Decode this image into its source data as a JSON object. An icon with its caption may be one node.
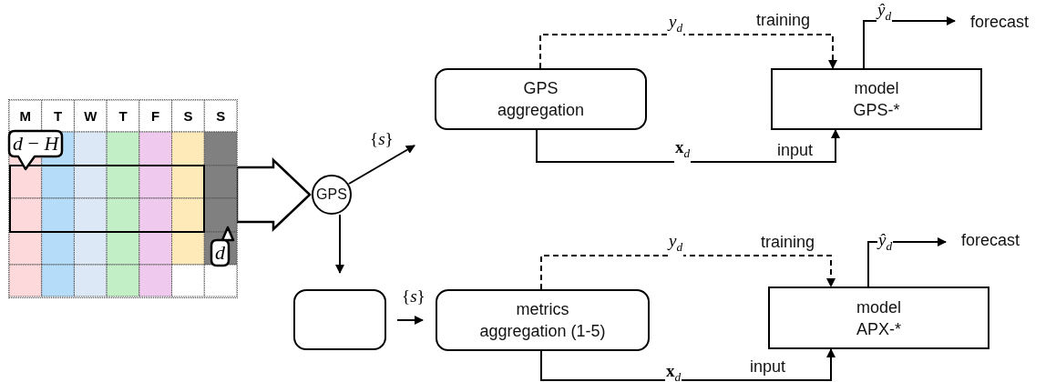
{
  "diagram": {
    "nodes": [
      {
        "text": [],
        "shape": "box"
      },
      {
        "text": [
          "GPS"
        ]
      },
      {
        "text": [
          "GPS aggregation"
        ]
      },
      {
        "text": [
          "model GPS-*"
        ]
      },
      {
        "text": [
          "forecast"
        ]
      },
      {
        "text": [],
        "shape": "box"
      },
      {
        "text": [
          "metrics aggregation (1-5)"
        ]
      },
      {
        "text": [
          "model APX-*"
        ]
      },
      {
        "text": [
          "forecast"
        ]
      }
    ],
    "edges": [
      {
        "from": 0,
        "to": 1,
        "arrow": "to",
        "style": "thick"
      },
      {
        "from": 1,
        "to": 2,
        "arrow": "to",
        "label": "{*s*}"
      },
      {
        "from": 2,
        "to": 3,
        "arrow": "to",
        "label": "**x**$_{d}$"
      },
      {
        "from": 2,
        "to": 3,
        "arrow": "to",
        "label": "*y*$_{d}$",
        "style": "dashed"
      },
      {
        "from": 3,
        "to": 4,
        "arrow": "to",
        "label": "*ŷ*$_{d}$"
      },
      {
        "from": 1,
        "to": 5,
        "arrow": "to"
      },
      {
        "from": 5,
        "to": 6,
        "arrow": "to",
        "label": "{*s*}"
      },
      {
        "from": 6,
        "to": 7,
        "arrow": "to",
        "label": "**x**$_{d}$"
      },
      {
        "from": 6,
        "to": 7,
        "arrow": "to",
        "label": "*y*$_{d}$",
        "style": "dashed"
      },
      {
        "from": 7,
        "to": 8,
        "arrow": "to",
        "label": "*ŷ*$_{d}$"
      }
    ],
    "labels": [
      "M",
      "T",
      "W",
      "T",
      "F",
      "S",
      "S",
      "*d* − *H*",
      "*d*",
      "training",
      "input",
      "training",
      "input"
    ]
  }
}
